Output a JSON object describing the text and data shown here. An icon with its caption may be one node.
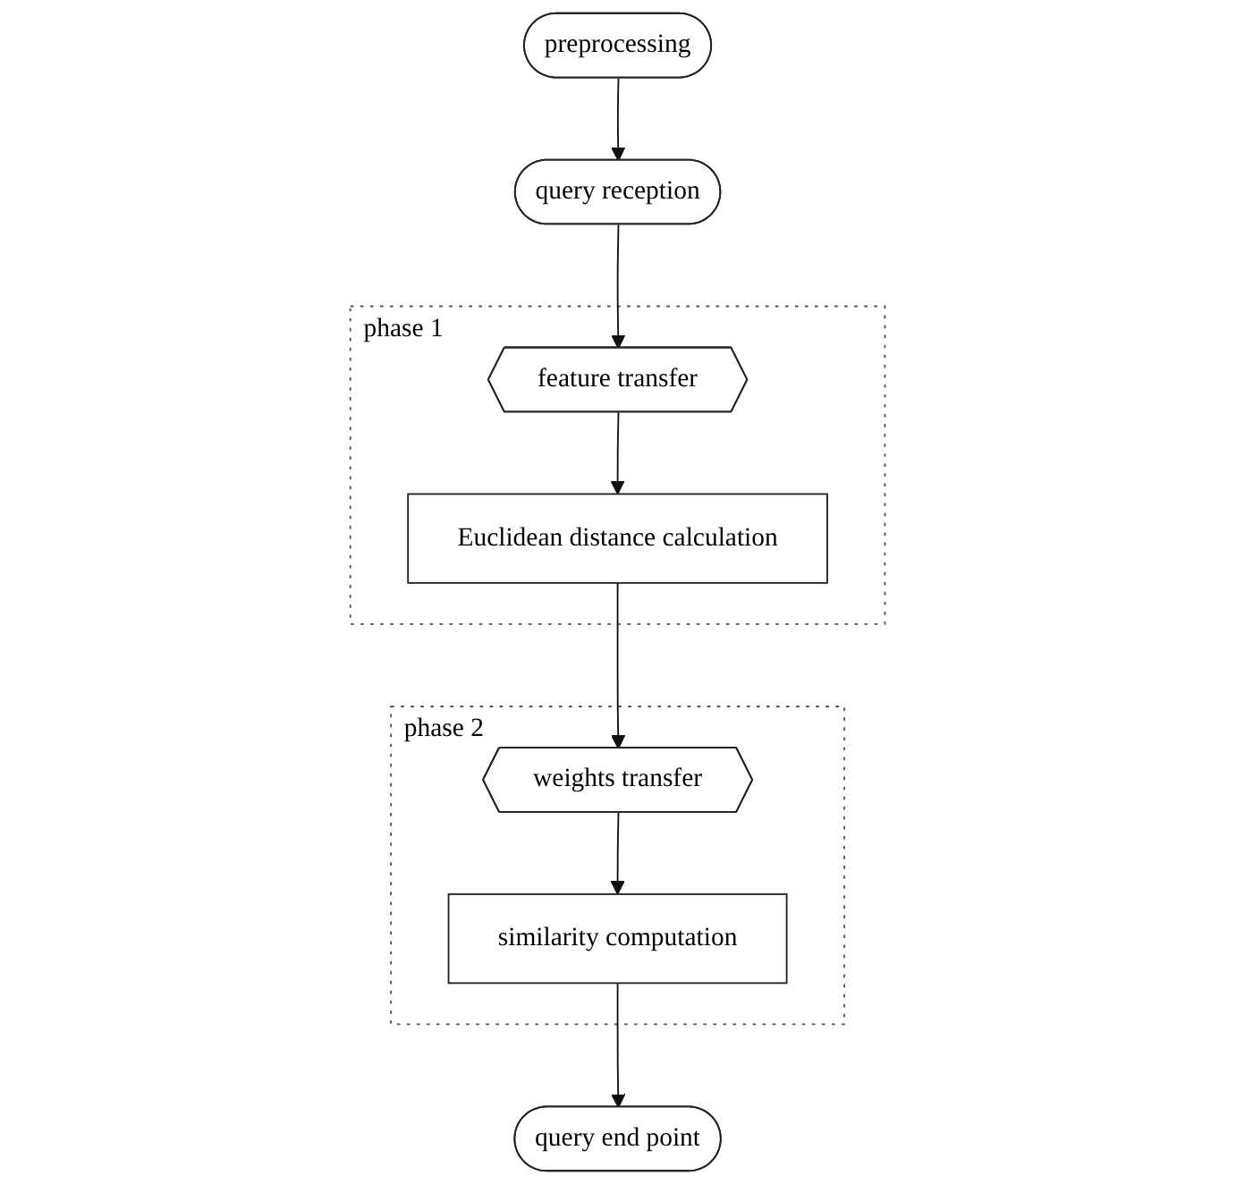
{
  "diagram": {
    "nodes": [
      {
        "text": [
          "preprocessing"
        ]
      },
      {
        "text": [
          "query reception"
        ]
      },
      {
        "text": [
          "phase 1"
        ]
      },
      {
        "text": [
          "feature transfer"
        ],
        "in": 2
      },
      {
        "text": [
          "Euclidean distance calculation"
        ],
        "in": 2
      },
      {
        "text": [
          "phase 2"
        ]
      },
      {
        "text": [
          "weights transfer"
        ],
        "in": 5
      },
      {
        "text": [
          "similarity computation"
        ],
        "in": 5
      },
      {
        "text": [
          "query end point"
        ]
      }
    ],
    "edges": [
      {
        "from": 0,
        "to": 1,
        "arrow": "to"
      },
      {
        "from": 1,
        "to": 3,
        "arrow": "to"
      },
      {
        "from": 3,
        "to": 4,
        "arrow": "to"
      },
      {
        "from": 4,
        "to": 6,
        "arrow": "to"
      },
      {
        "from": 6,
        "to": 7,
        "arrow": "to"
      },
      {
        "from": 7,
        "to": 8,
        "arrow": "to"
      }
    ]
  }
}
